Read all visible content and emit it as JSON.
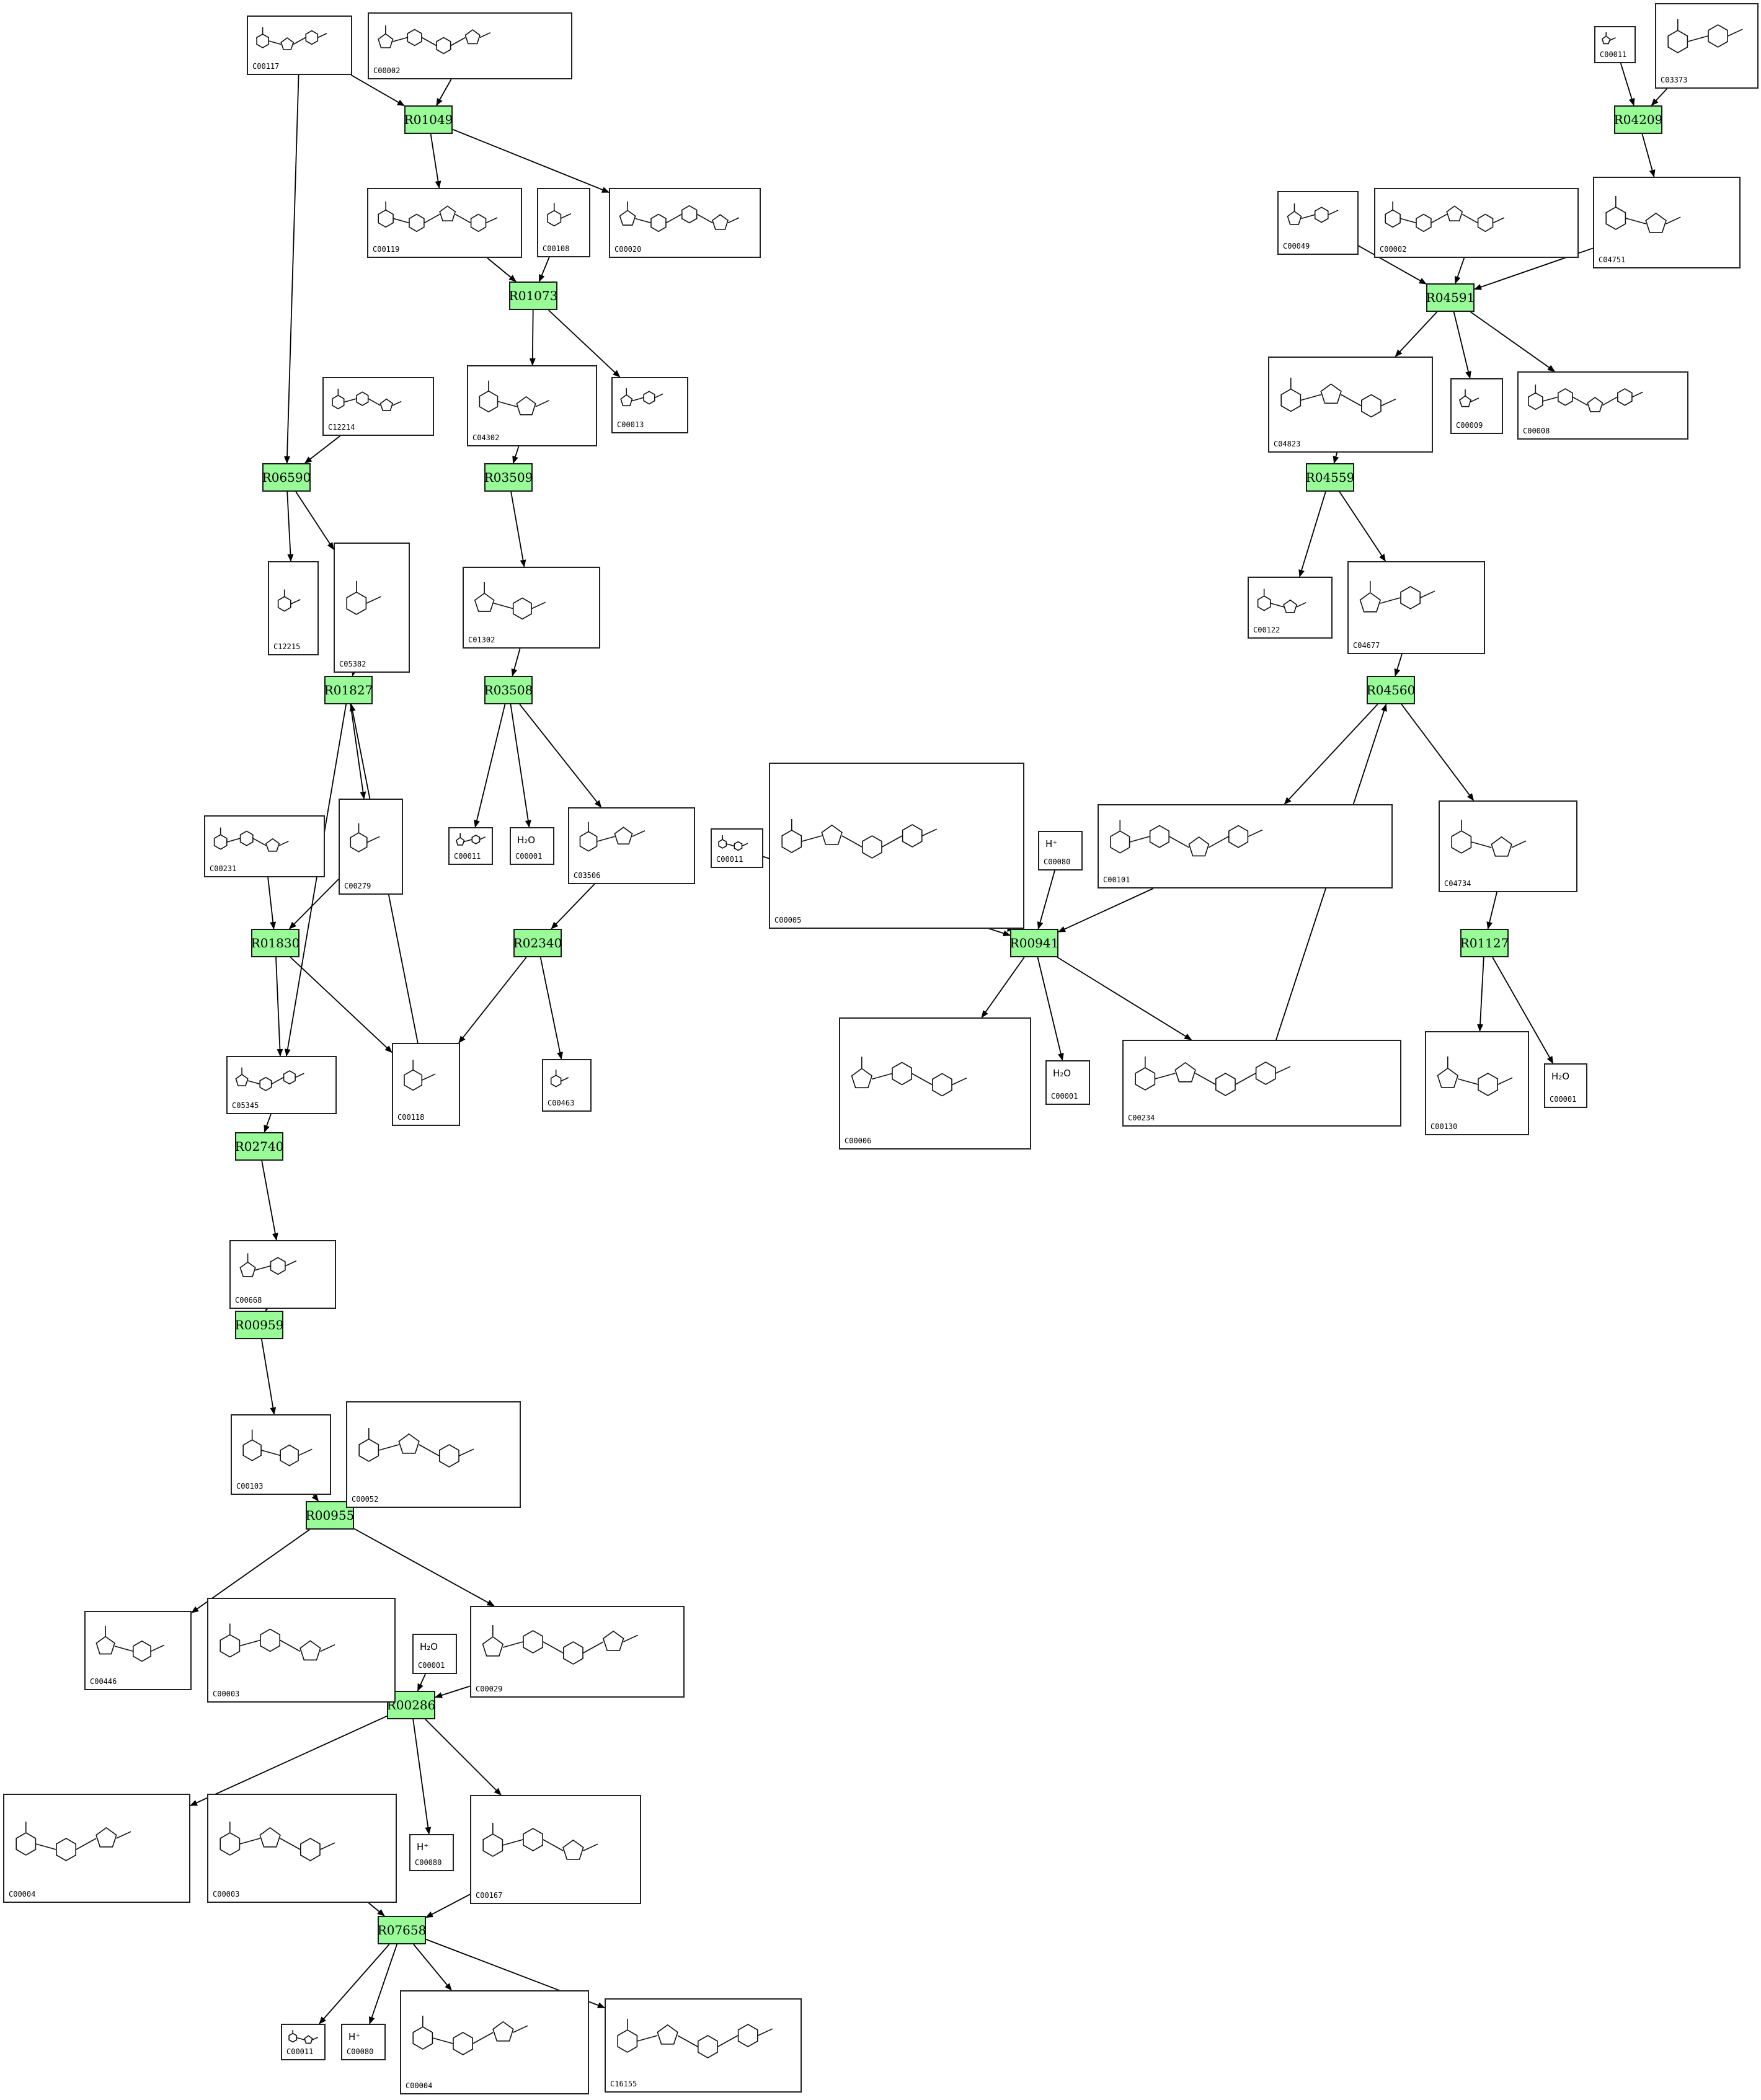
{
  "reactions": [
    {
      "id": "R01049",
      "label": "R01049"
    },
    {
      "id": "R01073",
      "label": "R01073"
    },
    {
      "id": "R06590",
      "label": "R06590"
    },
    {
      "id": "R03509",
      "label": "R03509"
    },
    {
      "id": "R01827",
      "label": "R01827"
    },
    {
      "id": "R03508",
      "label": "R03508"
    },
    {
      "id": "R01830",
      "label": "R01830"
    },
    {
      "id": "R02340",
      "label": "R02340"
    },
    {
      "id": "R02740",
      "label": "R02740"
    },
    {
      "id": "R00959",
      "label": "R00959"
    },
    {
      "id": "R00955",
      "label": "R00955"
    },
    {
      "id": "R00286",
      "label": "R00286"
    },
    {
      "id": "R07658",
      "label": "R07658"
    },
    {
      "id": "R04209",
      "label": "R04209"
    },
    {
      "id": "R04591",
      "label": "R04591"
    },
    {
      "id": "R04559",
      "label": "R04559"
    },
    {
      "id": "R04560",
      "label": "R04560"
    },
    {
      "id": "R00941",
      "label": "R00941"
    },
    {
      "id": "R01127",
      "label": "R01127"
    }
  ],
  "compounds": [
    {
      "id": "n_C00117",
      "label": "C00117"
    },
    {
      "id": "n_C00002a",
      "label": "C00002"
    },
    {
      "id": "n_C00119",
      "label": "C00119"
    },
    {
      "id": "n_C00108",
      "label": "C00108"
    },
    {
      "id": "n_C00020",
      "label": "C00020"
    },
    {
      "id": "n_C12214",
      "label": "C12214"
    },
    {
      "id": "n_C04302",
      "label": "C04302"
    },
    {
      "id": "n_C00013",
      "label": "C00013"
    },
    {
      "id": "n_C12215",
      "label": "C12215"
    },
    {
      "id": "n_C05382",
      "label": "C05382"
    },
    {
      "id": "n_C01302",
      "label": "C01302"
    },
    {
      "id": "n_C00231",
      "label": "C00231"
    },
    {
      "id": "n_C00279",
      "label": "C00279"
    },
    {
      "id": "n_C00011a",
      "label": "C00011"
    },
    {
      "id": "n_C00001a",
      "label": "C00001",
      "formula": "H₂O"
    },
    {
      "id": "n_C03506",
      "label": "C03506"
    },
    {
      "id": "n_C05345",
      "label": "C05345"
    },
    {
      "id": "n_C00118",
      "label": "C00118"
    },
    {
      "id": "n_C00463",
      "label": "C00463"
    },
    {
      "id": "n_C00668",
      "label": "C00668"
    },
    {
      "id": "n_C00103",
      "label": "C00103"
    },
    {
      "id": "n_C00052",
      "label": "C00052"
    },
    {
      "id": "n_C00446",
      "label": "C00446"
    },
    {
      "id": "n_C00003a",
      "label": "C00003"
    },
    {
      "id": "n_C00001b",
      "label": "C00001",
      "formula": "H₂O"
    },
    {
      "id": "n_C00029",
      "label": "C00029"
    },
    {
      "id": "n_C00004a",
      "label": "C00004"
    },
    {
      "id": "n_C00003b",
      "label": "C00003"
    },
    {
      "id": "n_C00080a",
      "label": "C00080",
      "formula": "H⁺"
    },
    {
      "id": "n_C00167",
      "label": "C00167"
    },
    {
      "id": "n_C00011b",
      "label": "C00011"
    },
    {
      "id": "n_C00080b",
      "label": "C00080",
      "formula": "H⁺"
    },
    {
      "id": "n_C00004b",
      "label": "C00004"
    },
    {
      "id": "n_C16155",
      "label": "C16155"
    },
    {
      "id": "n_C00011c",
      "label": "C00011"
    },
    {
      "id": "n_C03373",
      "label": "C03373"
    },
    {
      "id": "n_C04751",
      "label": "C04751"
    },
    {
      "id": "n_C00049",
      "label": "C00049"
    },
    {
      "id": "n_C00002b",
      "label": "C00002"
    },
    {
      "id": "n_C04823",
      "label": "C04823"
    },
    {
      "id": "n_C00009",
      "label": "C00009"
    },
    {
      "id": "n_C00008",
      "label": "C00008"
    },
    {
      "id": "n_C00122",
      "label": "C00122"
    },
    {
      "id": "n_C04677",
      "label": "C04677"
    },
    {
      "id": "n_C00011d",
      "label": "C00011"
    },
    {
      "id": "n_C00005",
      "label": "C00005"
    },
    {
      "id": "n_C00080c",
      "label": "C00080",
      "formula": "H⁺"
    },
    {
      "id": "n_C00101",
      "label": "C00101"
    },
    {
      "id": "n_C04734",
      "label": "C04734"
    },
    {
      "id": "n_C00006",
      "label": "C00006"
    },
    {
      "id": "n_C00001c",
      "label": "C00001",
      "formula": "H₂O"
    },
    {
      "id": "n_C00234",
      "label": "C00234"
    },
    {
      "id": "n_C00130",
      "label": "C00130"
    },
    {
      "id": "n_C00001d",
      "label": "C00001",
      "formula": "H₂O"
    }
  ],
  "edges": [
    [
      "n_C00117",
      "R01049"
    ],
    [
      "n_C00002a",
      "R01049"
    ],
    [
      "R01049",
      "n_C00119"
    ],
    [
      "R01049",
      "n_C00020"
    ],
    [
      "n_C00119",
      "R01073"
    ],
    [
      "n_C00108",
      "R01073"
    ],
    [
      "R01073",
      "n_C04302"
    ],
    [
      "R01073",
      "n_C00013"
    ],
    [
      "n_C00117",
      "R06590"
    ],
    [
      "n_C12214",
      "R06590"
    ],
    [
      "R06590",
      "n_C12215"
    ],
    [
      "R06590",
      "n_C05382"
    ],
    [
      "n_C04302",
      "R03509"
    ],
    [
      "R03509",
      "n_C01302"
    ],
    [
      "n_C05382",
      "R01827"
    ],
    [
      "R01827",
      "n_C00279"
    ],
    [
      "R01827",
      "n_C05345"
    ],
    [
      "n_C00118",
      "R01827"
    ],
    [
      "n_C01302",
      "R03508"
    ],
    [
      "R03508",
      "n_C00011a"
    ],
    [
      "R03508",
      "n_C00001a"
    ],
    [
      "R03508",
      "n_C03506"
    ],
    [
      "n_C00231",
      "R01830"
    ],
    [
      "n_C00279",
      "R01830"
    ],
    [
      "R01830",
      "n_C05345"
    ],
    [
      "R01830",
      "n_C00118"
    ],
    [
      "n_C03506",
      "R02340"
    ],
    [
      "R02340",
      "n_C00118"
    ],
    [
      "R02340",
      "n_C00463"
    ],
    [
      "n_C05345",
      "R02740"
    ],
    [
      "R02740",
      "n_C00668"
    ],
    [
      "n_C00668",
      "R00959"
    ],
    [
      "R00959",
      "n_C00103"
    ],
    [
      "n_C00103",
      "R00955"
    ],
    [
      "n_C00052",
      "R00955"
    ],
    [
      "R00955",
      "n_C00446"
    ],
    [
      "R00955",
      "n_C00029"
    ],
    [
      "n_C00003a",
      "R00286"
    ],
    [
      "n_C00001b",
      "R00286"
    ],
    [
      "n_C00029",
      "R00286"
    ],
    [
      "R00286",
      "n_C00004a"
    ],
    [
      "R00286",
      "n_C00080a"
    ],
    [
      "R00286",
      "n_C00167"
    ],
    [
      "n_C00003b",
      "R07658"
    ],
    [
      "n_C00167",
      "R07658"
    ],
    [
      "R07658",
      "n_C00011b"
    ],
    [
      "R07658",
      "n_C00080b"
    ],
    [
      "R07658",
      "n_C00004b"
    ],
    [
      "R07658",
      "n_C16155"
    ],
    [
      "n_C00011c",
      "R04209"
    ],
    [
      "n_C03373",
      "R04209"
    ],
    [
      "R04209",
      "n_C04751"
    ],
    [
      "n_C00049",
      "R04591"
    ],
    [
      "n_C00002b",
      "R04591"
    ],
    [
      "n_C04751",
      "R04591"
    ],
    [
      "R04591",
      "n_C04823"
    ],
    [
      "R04591",
      "n_C00009"
    ],
    [
      "R04591",
      "n_C00008"
    ],
    [
      "n_C04823",
      "R04559"
    ],
    [
      "R04559",
      "n_C00122"
    ],
    [
      "R04559",
      "n_C04677"
    ],
    [
      "n_C04677",
      "R04560"
    ],
    [
      "R04560",
      "n_C00101"
    ],
    [
      "R04560",
      "n_C04734"
    ],
    [
      "n_C00234",
      "R04560"
    ],
    [
      "n_C00011d",
      "R00941"
    ],
    [
      "n_C00005",
      "R00941"
    ],
    [
      "n_C00080c",
      "R00941"
    ],
    [
      "n_C00101",
      "R00941"
    ],
    [
      "R00941",
      "n_C00006"
    ],
    [
      "R00941",
      "n_C00001c"
    ],
    [
      "R00941",
      "n_C00234"
    ],
    [
      "n_C04734",
      "R01127"
    ],
    [
      "R01127",
      "n_C00130"
    ],
    [
      "R01127",
      "n_C00001d"
    ]
  ]
}
